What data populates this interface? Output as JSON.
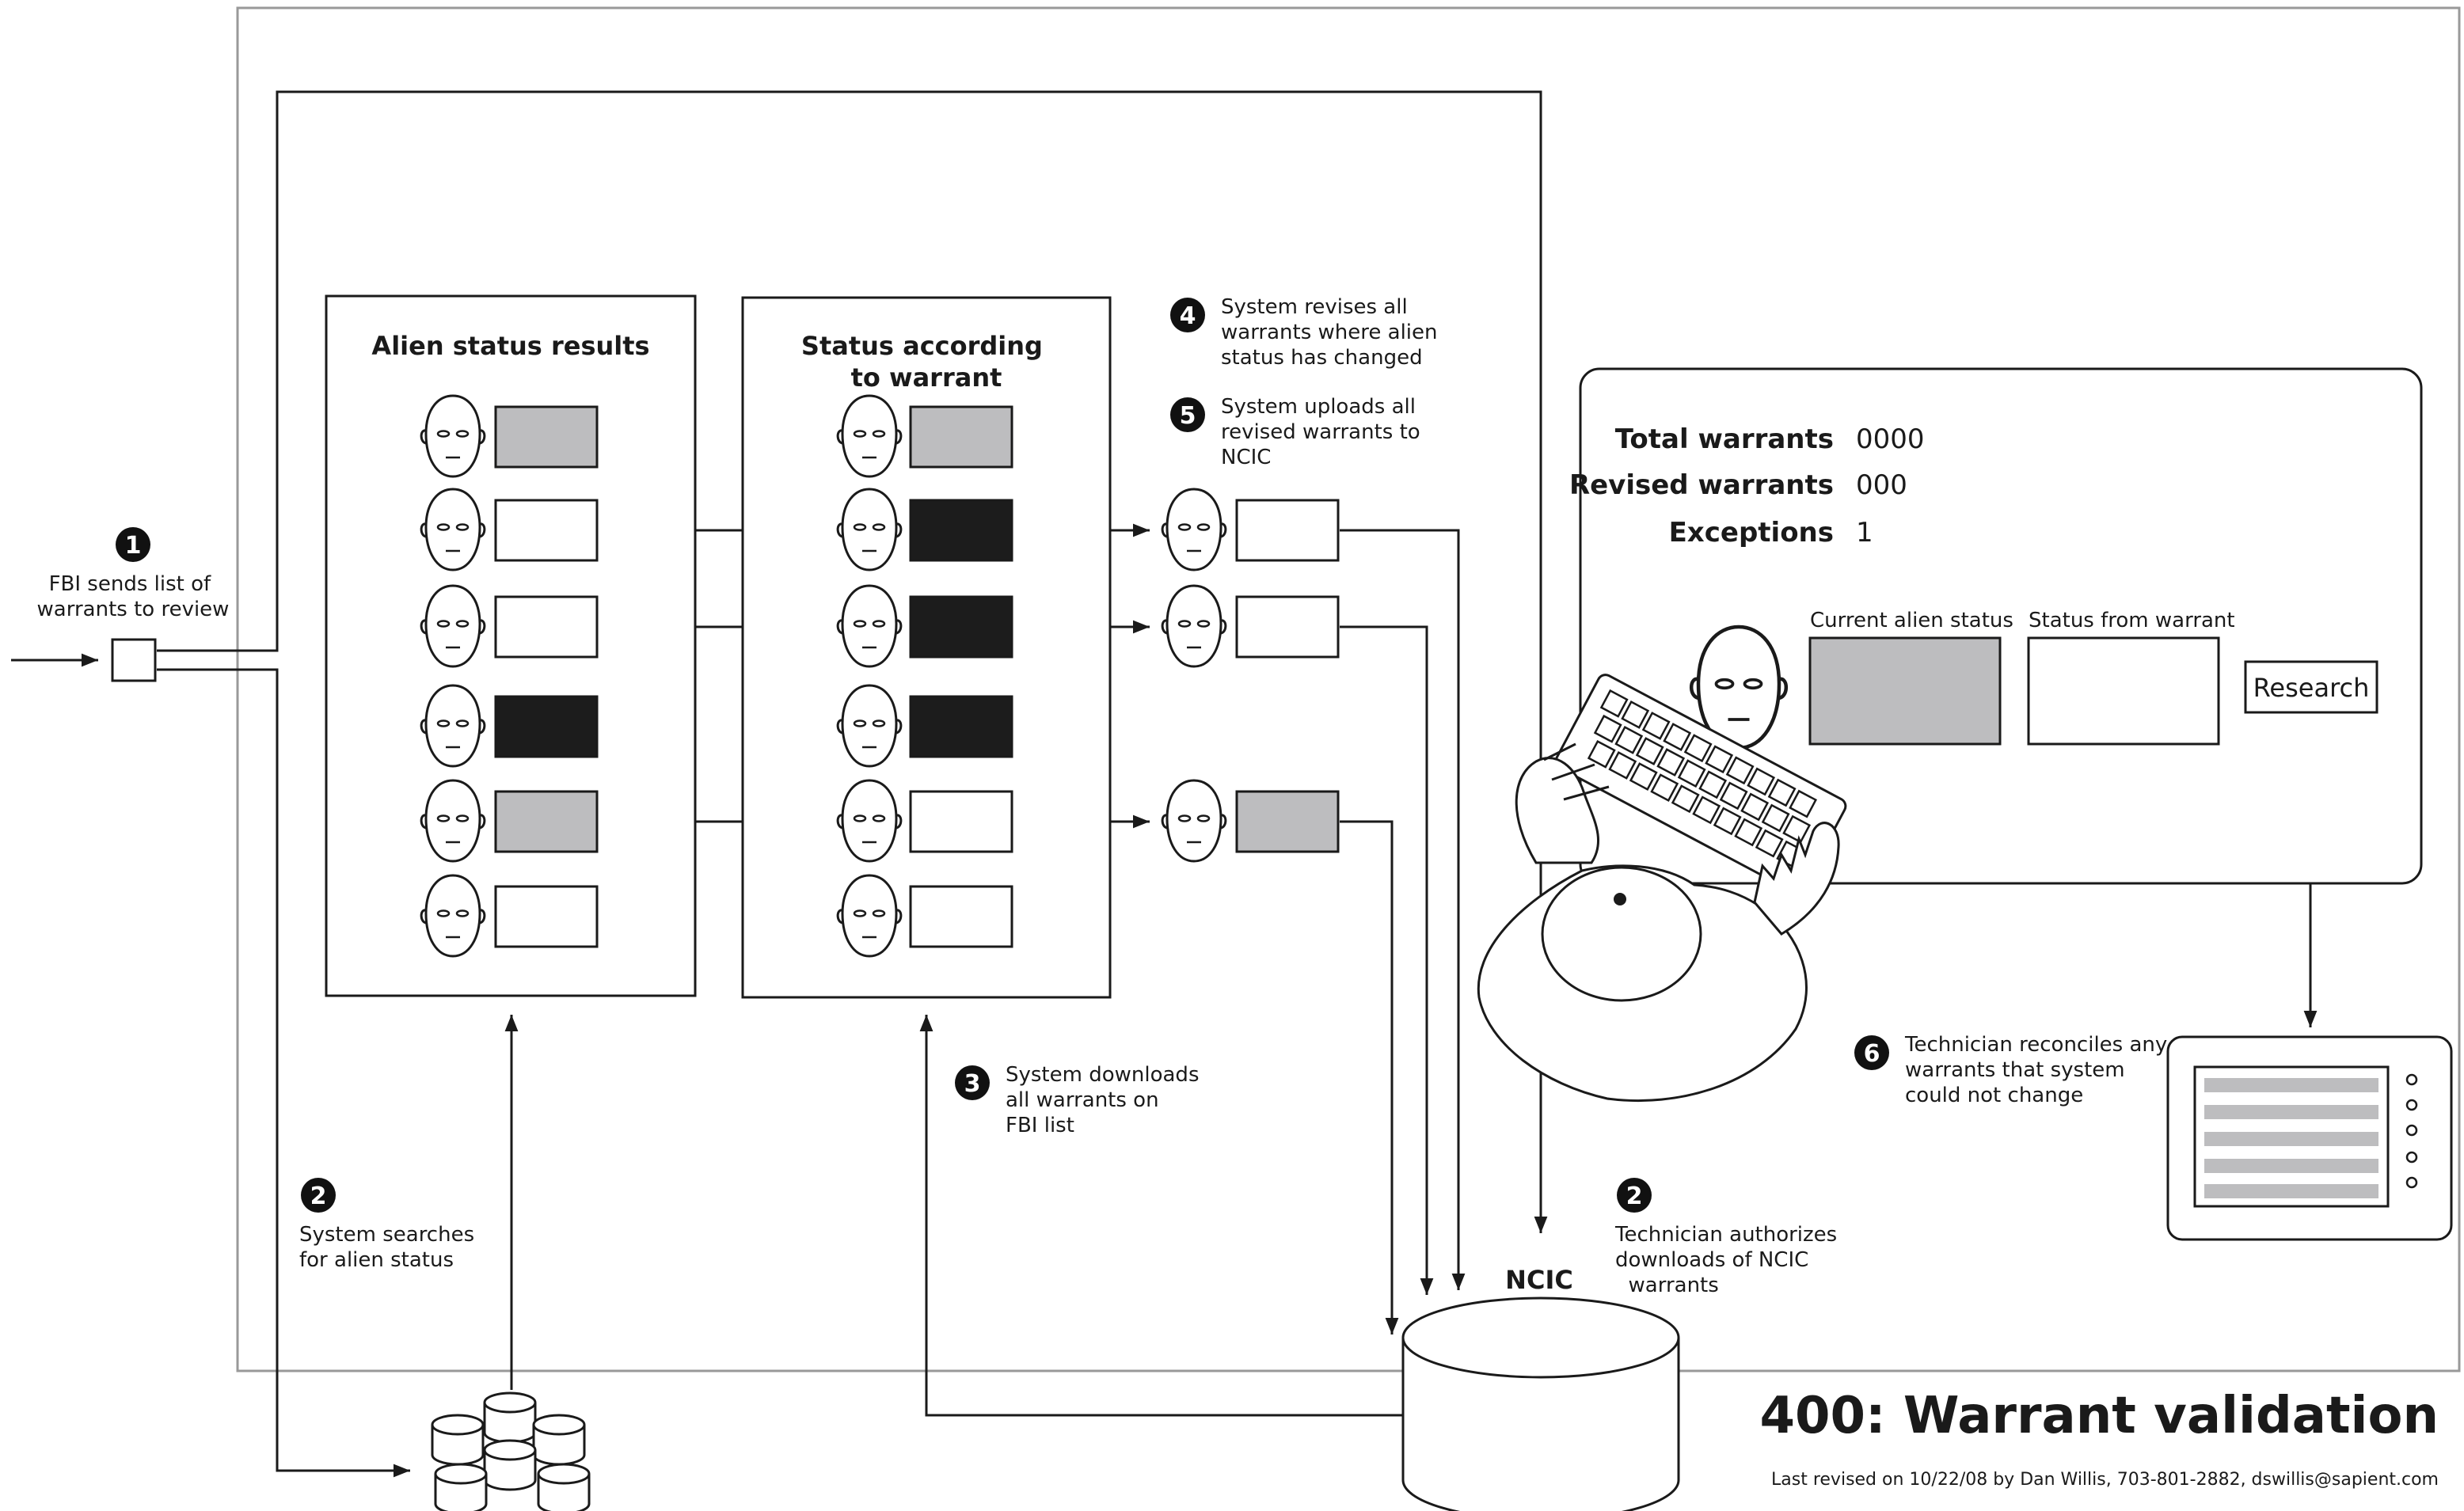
{
  "title": "400: Warrant validation",
  "footer": "Last revised on 10/22/08 by Dan Willis, 703-801-2882, dswillis@sapient.com",
  "colors": {
    "gray": "#bdbdbf",
    "black": "#1c1c1c",
    "white": "#ffffff",
    "line": "#1a1a1a"
  },
  "steps": {
    "s1": {
      "num": "1",
      "lines": [
        "FBI sends list of",
        "warrants to review"
      ]
    },
    "s2a": {
      "num": "2",
      "lines": [
        "System searches",
        "for alien status"
      ]
    },
    "s3": {
      "num": "3",
      "lines": [
        "System downloads",
        "all warrants on",
        "FBI list"
      ]
    },
    "s4": {
      "num": "4",
      "lines": [
        "System revises all",
        "warrants where alien",
        "status has changed"
      ]
    },
    "s5": {
      "num": "5",
      "lines": [
        "System uploads all",
        "revised warrants to",
        "NCIC"
      ]
    },
    "s2b": {
      "num": "2",
      "lines": [
        "Technician authorizes",
        "downloads of NCIC",
        "  warrants"
      ]
    },
    "s6": {
      "num": "6",
      "lines": [
        "Technician reconciles any",
        "warrants that system",
        "could not change"
      ]
    }
  },
  "panels": {
    "alien": {
      "title_lines": [
        "Alien status results"
      ],
      "rows": [
        "gray",
        "white",
        "white",
        "black",
        "gray",
        "white"
      ]
    },
    "warrant": {
      "title_lines": [
        "Status according",
        "to warrant"
      ],
      "rows": [
        "gray",
        "black",
        "black",
        "black",
        "white",
        "white"
      ]
    },
    "revised": {
      "rows": [
        "white",
        "white",
        "gray"
      ]
    }
  },
  "ncic_label": "NCIC",
  "screen": {
    "stats": [
      {
        "label": "Total warrants",
        "value": "0000"
      },
      {
        "label": "Revised warrants",
        "value": "000"
      },
      {
        "label": "Exceptions",
        "value": "1"
      }
    ],
    "current_label": "Current alien status",
    "warrant_label": "Status from warrant",
    "research_button": "Research"
  }
}
